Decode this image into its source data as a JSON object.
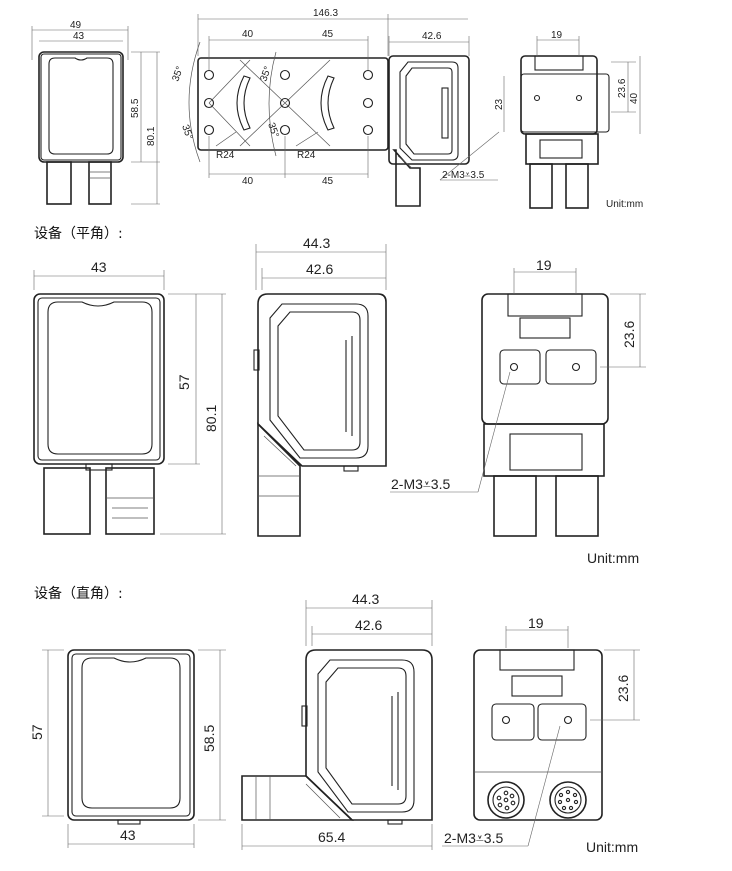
{
  "unit_label": "Unit:mm",
  "sections": {
    "flat": "设备（平角）:",
    "right": "设备（直角）:"
  },
  "top": {
    "d49": "49",
    "d43": "43",
    "d585": "58.5",
    "d801": "80.1",
    "d1463": "146.3",
    "d40a": "40",
    "d45a": "45",
    "d40b": "40",
    "d45b": "45",
    "a35a": "35°",
    "a35b": "35°",
    "a35c": "35°",
    "a35d": "35°",
    "r24a": "R24",
    "r24b": "R24",
    "d426": "42.6",
    "d19": "19",
    "d236": "23.6",
    "d40c": "40",
    "d23": "23",
    "thread": "2-M3⩡3.5"
  },
  "flat": {
    "d43": "43",
    "d57": "57",
    "d801": "80.1",
    "d443": "44.3",
    "d426": "42.6",
    "d19": "19",
    "d236": "23.6",
    "thread": "2-M3⩡3.5"
  },
  "right": {
    "d57": "57",
    "d585": "58.5",
    "d43": "43",
    "d443": "44.3",
    "d426": "42.6",
    "d654": "65.4",
    "d19": "19",
    "d236": "23.6",
    "thread": "2-M3⩡3.5"
  }
}
